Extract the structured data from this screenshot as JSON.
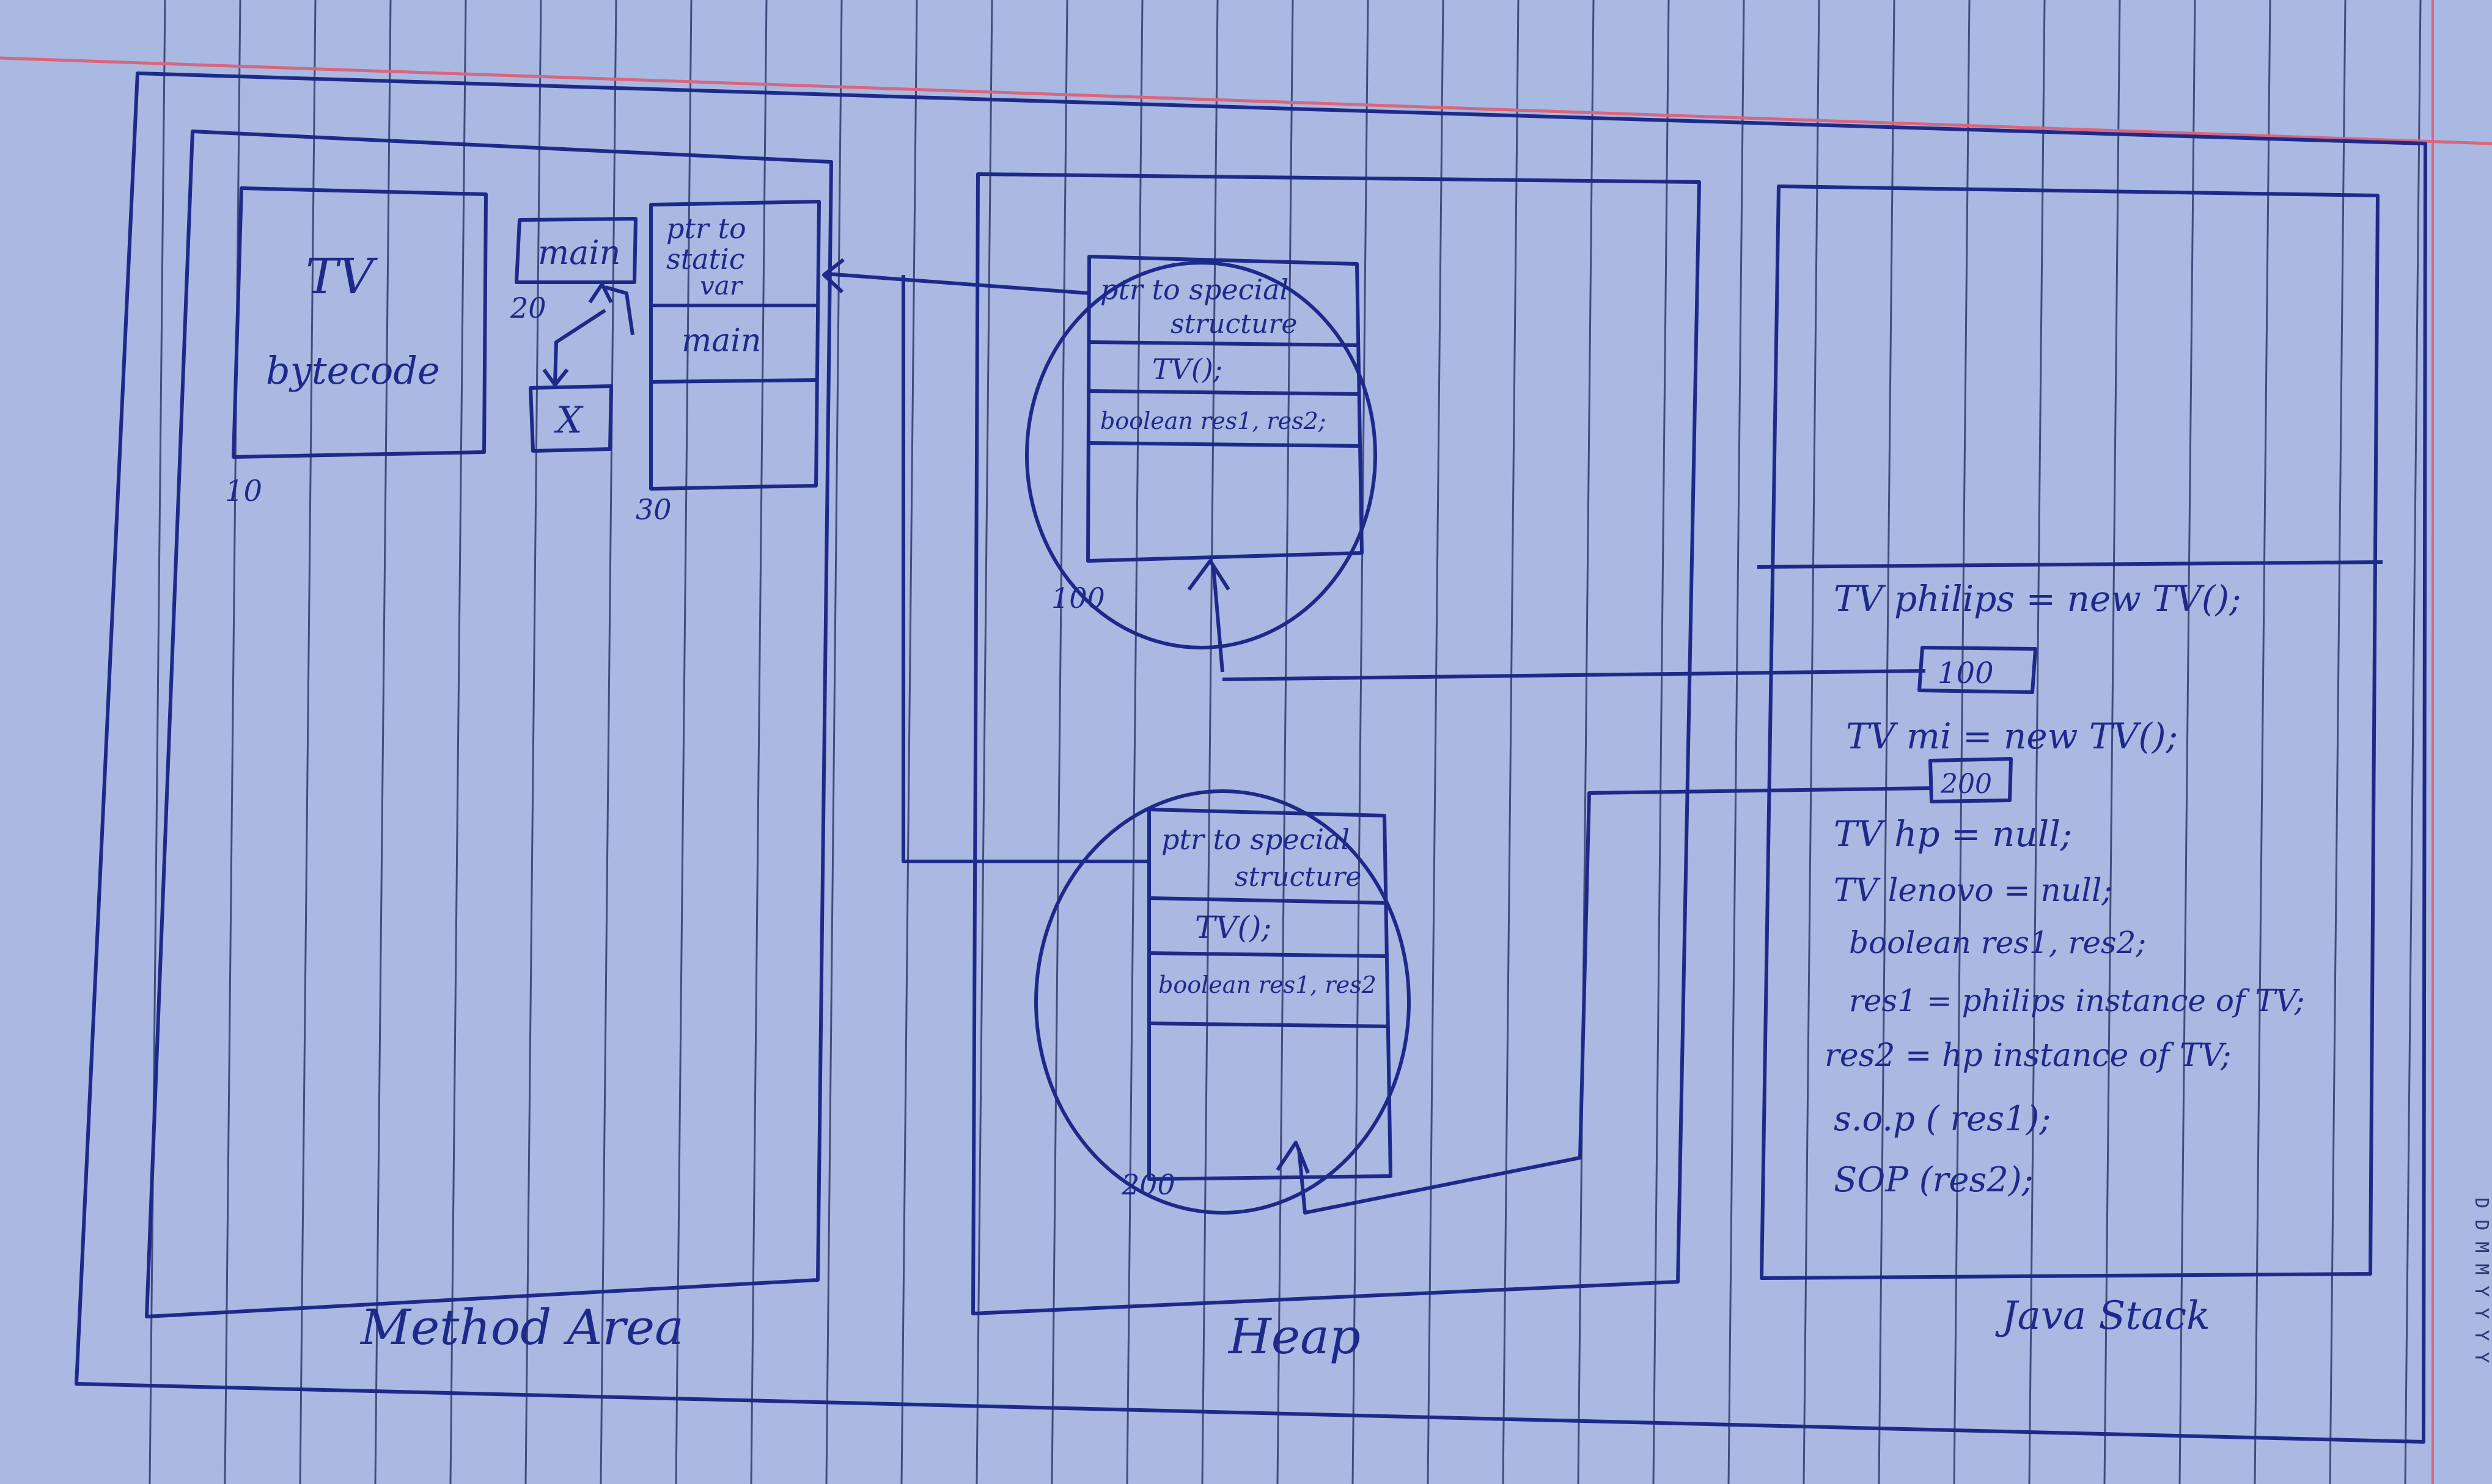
{
  "colors": {
    "paper": "#a9b9e2",
    "ruling": "#1f2a5c",
    "margin_line": "#d9667f",
    "ink": "#1d2a8a"
  },
  "method_area": {
    "label": "Method Area",
    "class_block": {
      "line1": "TV",
      "line2": "bytecode",
      "address": "10"
    },
    "main_box": {
      "label": "main",
      "address": "20"
    },
    "x_box": {
      "label": "X"
    },
    "static_block": {
      "line1": "ptr to",
      "line2": "static",
      "line3": "var",
      "row2": "main",
      "address": "30"
    }
  },
  "heap": {
    "label": "Heap",
    "object1": {
      "address": "100",
      "row1_line1": "ptr to special",
      "row1_line2": "structure",
      "row2": "TV();",
      "row3": "boolean res1, res2;"
    },
    "object2": {
      "address": "200",
      "row1_line1": "ptr to special",
      "row1_line2": "structure",
      "row2": "TV();",
      "row3": "boolean res1, res2"
    }
  },
  "java_stack": {
    "label": "Java Stack",
    "code": [
      "TV philips = new TV();",
      "TV mi = new TV();",
      "TV hp = null;",
      "TV lenovo = null;",
      "boolean res1, res2;",
      "res1 = philips instance of TV;",
      "res2 = hp instance of TV;",
      "s.o.p ( res1);",
      "SOP (res2);"
    ],
    "ref1": "100",
    "ref2": "200"
  },
  "corner_text": "D D M M Y Y Y Y"
}
